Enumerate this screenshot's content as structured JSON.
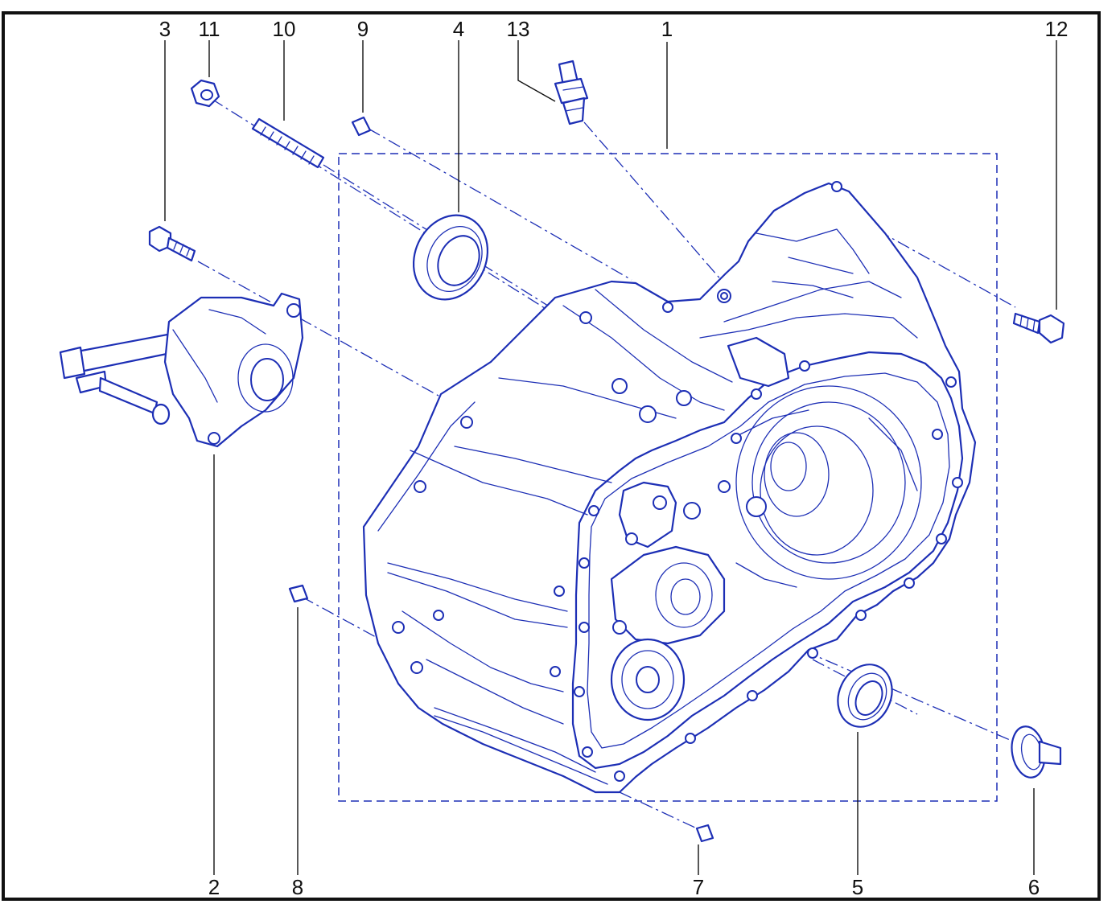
{
  "diagram": {
    "colors": {
      "line": "#1d2fb5",
      "frame": "#111111",
      "background": "#ffffff"
    },
    "callouts": {
      "c1": "1",
      "c2": "2",
      "c3": "3",
      "c4": "4",
      "c5": "5",
      "c6": "6",
      "c7": "7",
      "c8": "8",
      "c9": "9",
      "c10": "10",
      "c11": "11",
      "c12": "12",
      "c13": "13"
    }
  }
}
